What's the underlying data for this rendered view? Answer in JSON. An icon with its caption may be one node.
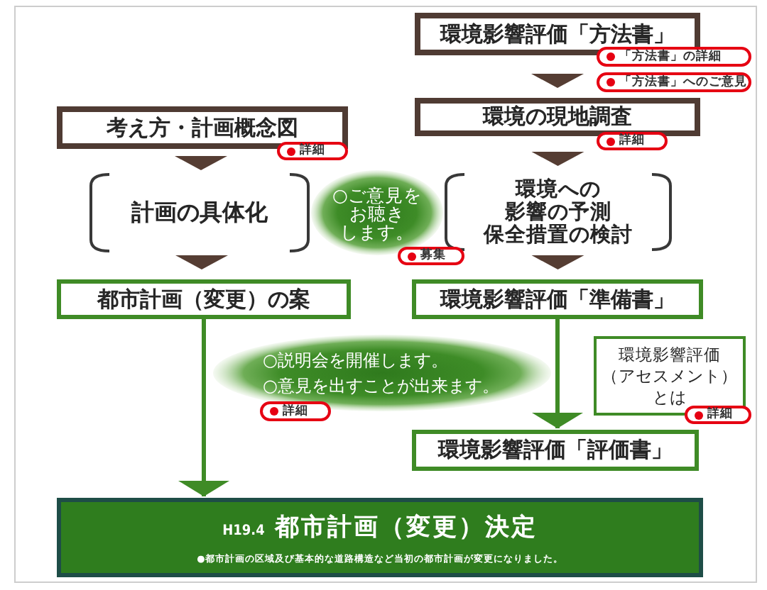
{
  "diagram": {
    "nodes": [
      {
        "text": [
          "環境影響評価「方法書」"
        ]
      },
      {
        "text": [
          "「方法書」の詳細"
        ]
      },
      {
        "text": [
          "「方法書」へのご意見"
        ]
      },
      {
        "text": [
          "環境の現地調査"
        ]
      },
      {
        "text": [
          "考え方・計画概念図"
        ]
      },
      {
        "text": [
          "詳細"
        ]
      },
      {
        "text": [
          "詳細"
        ]
      },
      {
        "text": [
          "計画の具体化"
        ]
      },
      {
        "text": [
          "○ご意見をお聴きします。"
        ]
      },
      {
        "text": [
          "環境への影響の予測保全措置の検討"
        ]
      },
      {
        "text": [
          "募集"
        ]
      },
      {
        "text": [
          "都市計画（変更）の案"
        ]
      },
      {
        "text": [
          "環境影響評価「準備書」"
        ]
      },
      {
        "text": [
          "○説明会を開催します。",
          "○意見を出すことが出来ます。"
        ]
      },
      {
        "text": [
          "環境影響評価（アセスメント）とは"
        ]
      },
      {
        "text": [
          "詳細"
        ]
      },
      {
        "text": [
          "詳細"
        ]
      },
      {
        "text": [
          "環境影響評価「評価書」"
        ]
      },
      {
        "text": [
          "H19.4",
          "都市計画（変更）決定",
          "●都市計画の区域及び基本的な道路構造など当初の都市計画が変更になりました。"
        ]
      }
    ],
    "edges": [
      {
        "from": 0,
        "to": 3,
        "arrow": "to"
      },
      {
        "from": 3,
        "to": 9,
        "arrow": "to"
      },
      {
        "from": 4,
        "to": 7,
        "arrow": "to"
      },
      {
        "from": 7,
        "to": 11,
        "arrow": "to"
      },
      {
        "from": 9,
        "to": 12,
        "arrow": "to"
      },
      {
        "from": 12,
        "to": 17,
        "arrow": "to",
        "color": "#3f8b26"
      },
      {
        "from": 11,
        "to": 18,
        "arrow": "to",
        "color": "#3f8b26"
      }
    ]
  }
}
